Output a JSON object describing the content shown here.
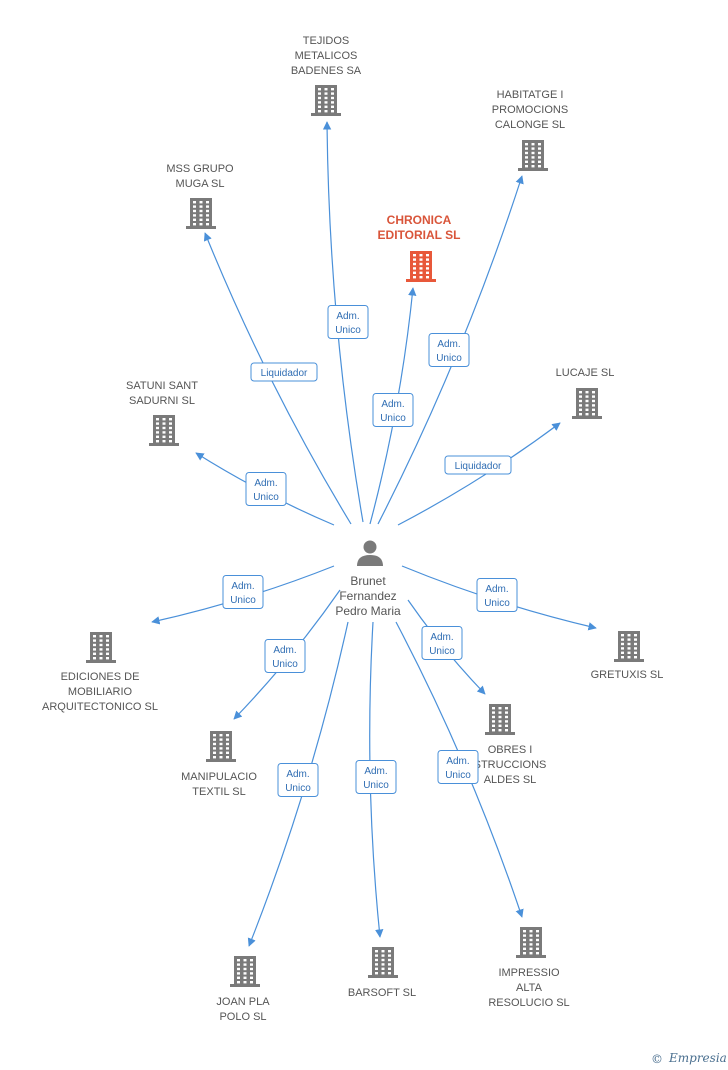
{
  "person": {
    "lines": [
      "Brunet",
      "Fernandez",
      "Pedro Maria"
    ],
    "icon": "person-icon"
  },
  "companies": [
    {
      "id": "tejidos",
      "lines": [
        "TEJIDOS",
        "METALICOS",
        "BADENES SA"
      ],
      "highlight": false,
      "relation": "Adm. Unico"
    },
    {
      "id": "habitatge",
      "lines": [
        "HABITATGE I",
        "PROMOCIONS",
        "CALONGE SL"
      ],
      "highlight": false,
      "relation": "Adm. Unico"
    },
    {
      "id": "mss",
      "lines": [
        "MSS GRUPO",
        "MUGA SL"
      ],
      "highlight": false,
      "relation": "Liquidador"
    },
    {
      "id": "chronica",
      "lines": [
        "CHRONICA",
        "EDITORIAL SL"
      ],
      "highlight": true,
      "relation": "Adm. Unico"
    },
    {
      "id": "satuni",
      "lines": [
        "SATUNI SANT",
        "SADURNI SL"
      ],
      "highlight": false,
      "relation": "Adm. Unico"
    },
    {
      "id": "lucaje",
      "lines": [
        "LUCAJE SL"
      ],
      "highlight": false,
      "relation": "Liquidador"
    },
    {
      "id": "ediciones",
      "lines": [
        "EDICIONES DE",
        "MOBILIARIO",
        "ARQUITECTONICO SL"
      ],
      "highlight": false,
      "relation": "Adm. Unico"
    },
    {
      "id": "gretuxis",
      "lines": [
        "GRETUXIS SL"
      ],
      "highlight": false,
      "relation": "Adm. Unico"
    },
    {
      "id": "manipulacio",
      "lines": [
        "MANIPULACIO",
        "TEXTIL SL"
      ],
      "highlight": false,
      "relation": "Adm. Unico"
    },
    {
      "id": "obres",
      "lines": [
        "OBRES I",
        "STRUCCIONS",
        "ALDES SL"
      ],
      "highlight": false,
      "relation": "Adm. Unico"
    },
    {
      "id": "joanpla",
      "lines": [
        "JOAN PLA",
        "POLO SL"
      ],
      "highlight": false,
      "relation": "Adm. Unico"
    },
    {
      "id": "barsoft",
      "lines": [
        "BARSOFT SL"
      ],
      "highlight": false,
      "relation": "Adm. Unico"
    },
    {
      "id": "impressio",
      "lines": [
        "IMPRESSIO",
        "ALTA",
        "RESOLUCIO SL"
      ],
      "highlight": false,
      "relation": "Adm. Unico"
    }
  ],
  "colors": {
    "edge": "#4a90d9",
    "building": "#7a7a7a",
    "highlight": "#e8583a"
  },
  "watermark": {
    "symbol": "©",
    "text": "Empresia"
  }
}
